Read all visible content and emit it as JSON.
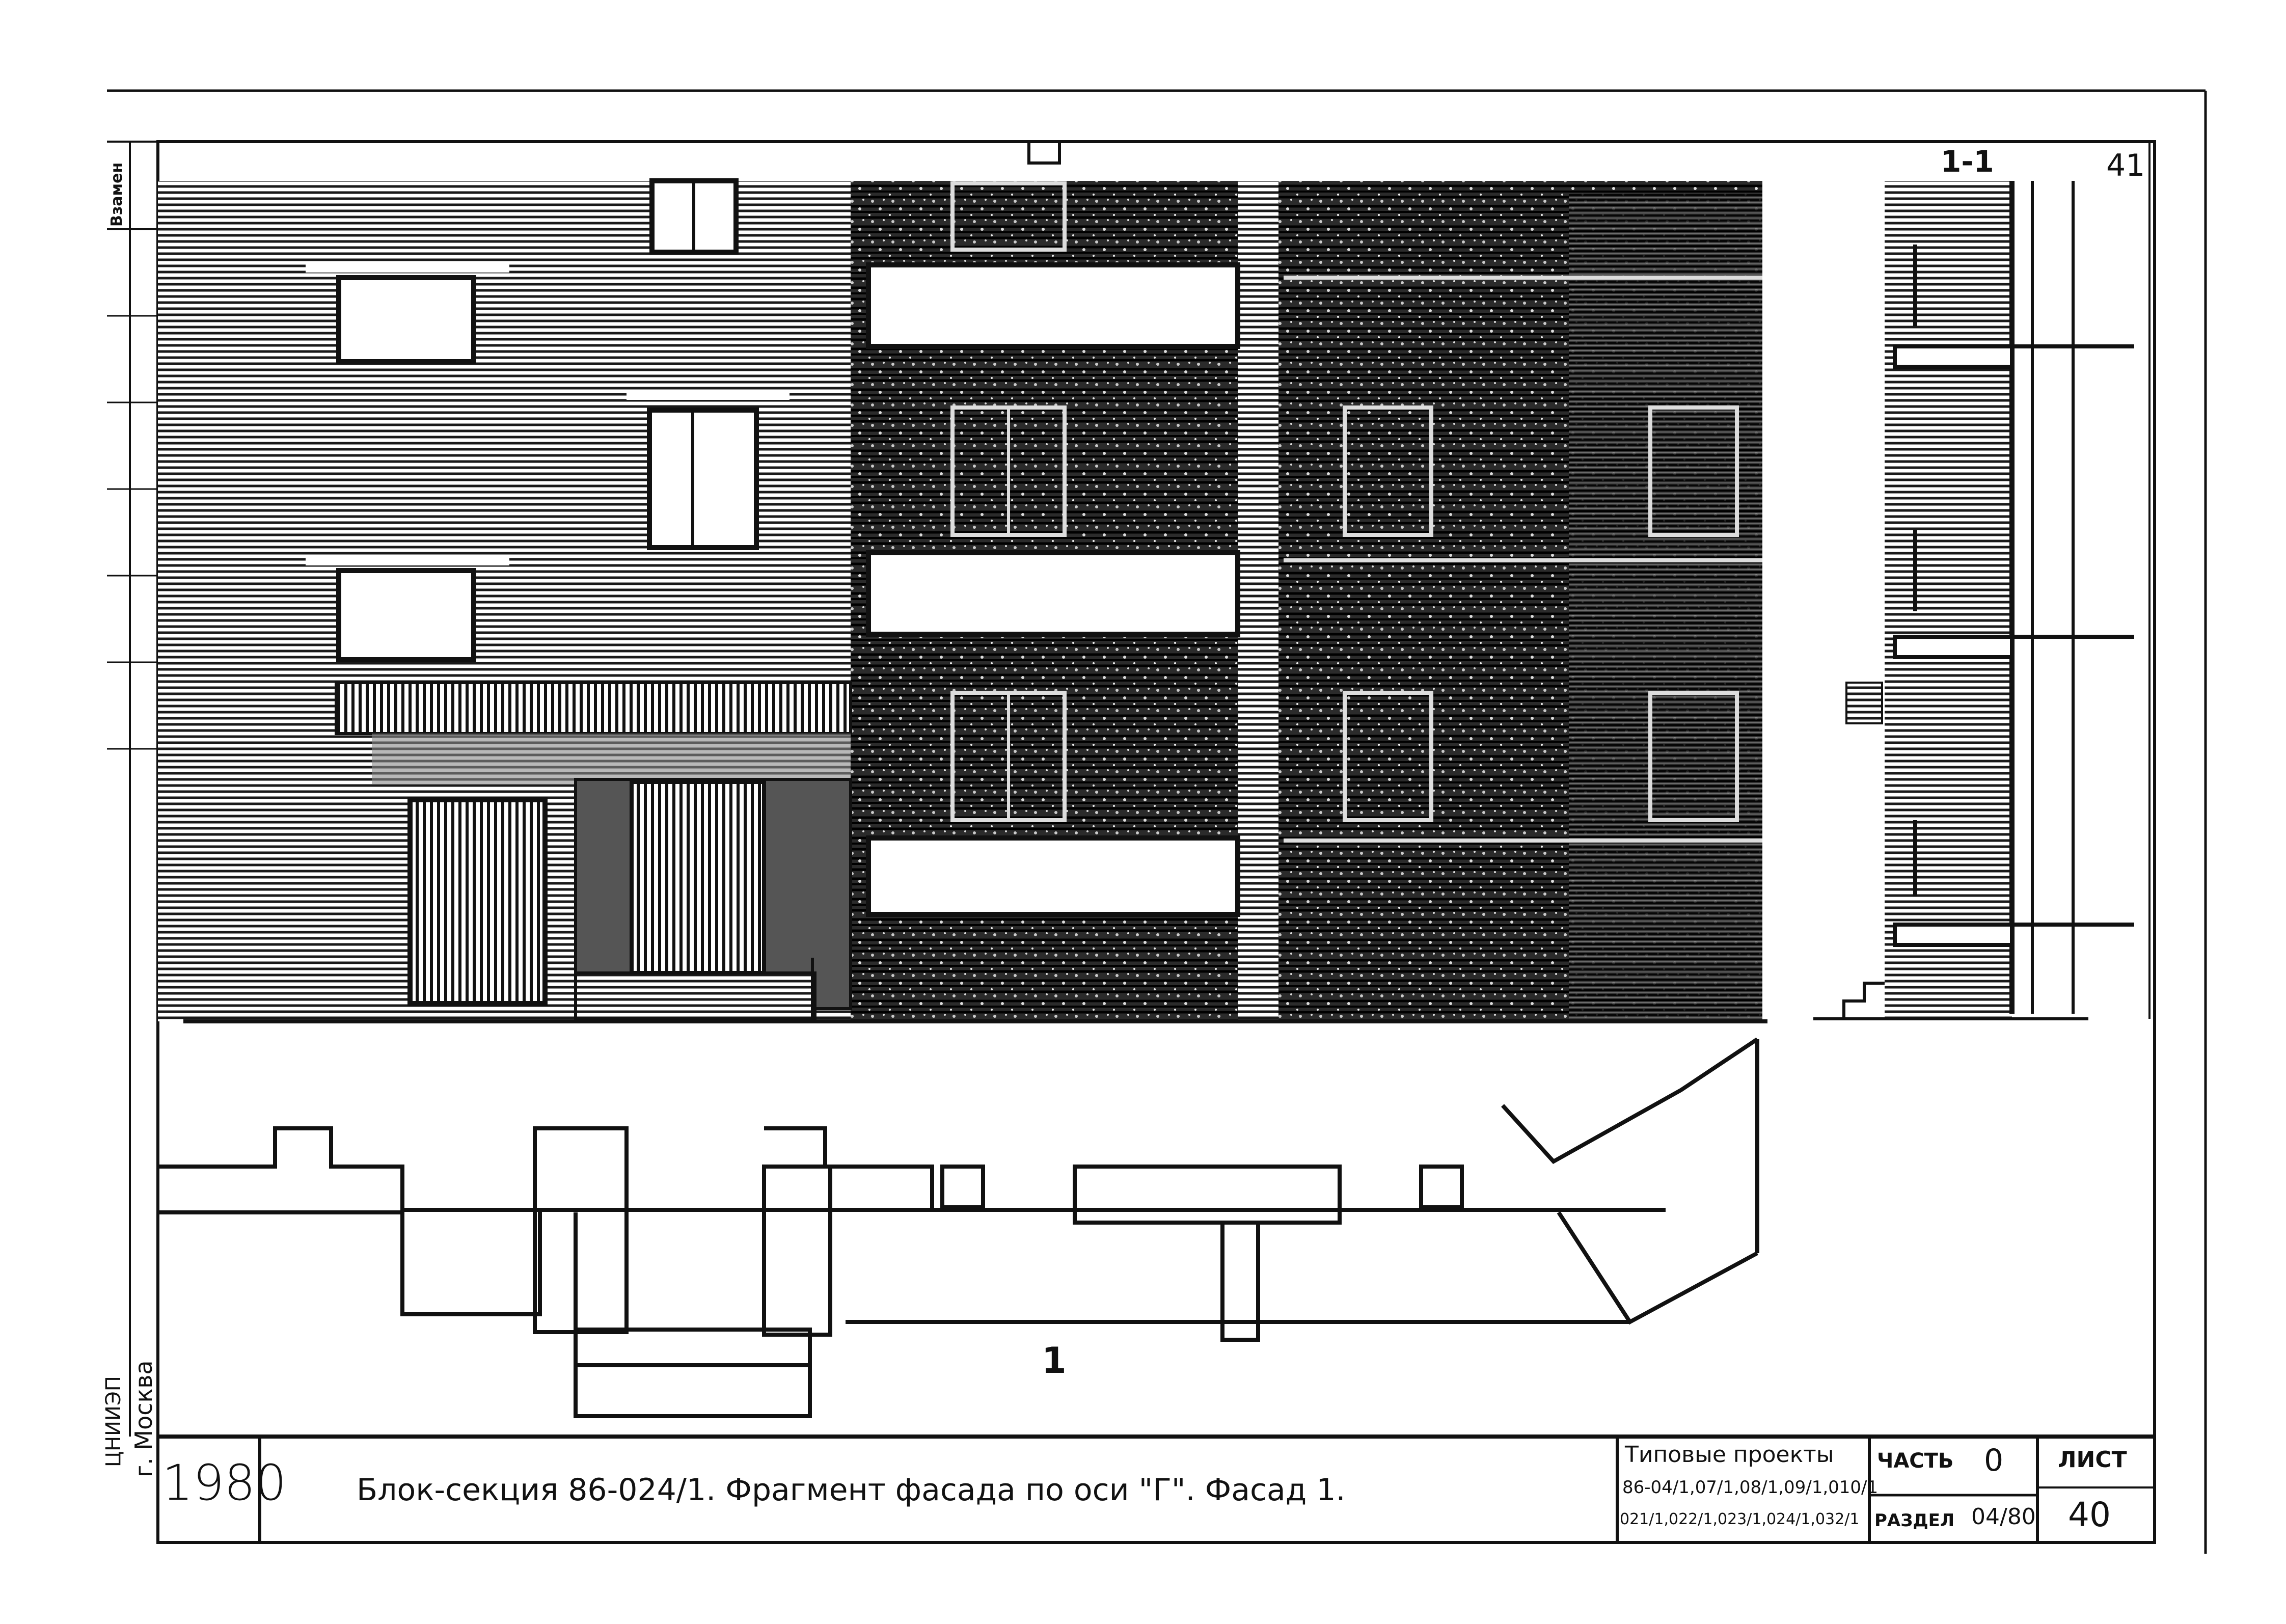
{
  "sheet_number_top": "41",
  "section_label": "1-1",
  "section_mark": "1",
  "side_stamp": {
    "vzamen": "Взамен",
    "city": "г. Москва",
    "org": "ЦНИИЭП"
  },
  "year": "1980",
  "title": "Блок-секция 86-024/1. Фрагмент фасада по оси \"Г\". Фасад 1.",
  "series": {
    "line1": "Типовые проекты",
    "line2": "86-04/1,07/1,08/1,09/1,010/1",
    "line3": "021/1,022/1,023/1,024/1,032/1"
  },
  "part_label": "часть",
  "part_value": "0",
  "section_field_label": "раздел",
  "section_field_value": "04/80",
  "list_label": "лист",
  "list_value": "40",
  "colors": {
    "ink": "#111111",
    "paper": "#ffffff",
    "tone": "#555555"
  }
}
